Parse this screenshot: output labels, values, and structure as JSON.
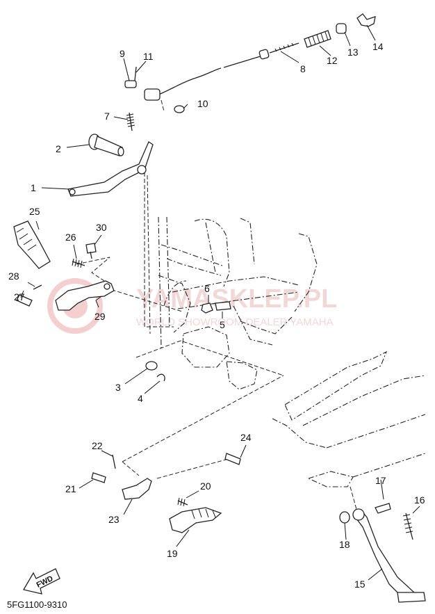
{
  "callouts": {
    "c1": "1",
    "c2": "2",
    "c3": "3",
    "c4": "4",
    "c5": "5",
    "c6": "6",
    "c7": "7",
    "c8": "8",
    "c9": "9",
    "c10": "10",
    "c11": "11",
    "c12": "12",
    "c13": "13",
    "c14": "14",
    "c15": "15",
    "c16": "16",
    "c17": "17",
    "c18": "18",
    "c19": "19",
    "c20": "20",
    "c21": "21",
    "c22": "22",
    "c23": "23",
    "c24": "24",
    "c25": "25",
    "c26": "26",
    "c27": "27",
    "c28": "28",
    "c29": "29",
    "c30": "30"
  },
  "watermark": {
    "brand": "YAMASKLEP.PL",
    "tagline": "WORLD SHOWROOM DEALER YAMAHA"
  },
  "fwd_label": "FWD",
  "diagram_code": "5FG1100-9310",
  "colors": {
    "watermark": "#e8a0a0",
    "ink": "#111111"
  }
}
